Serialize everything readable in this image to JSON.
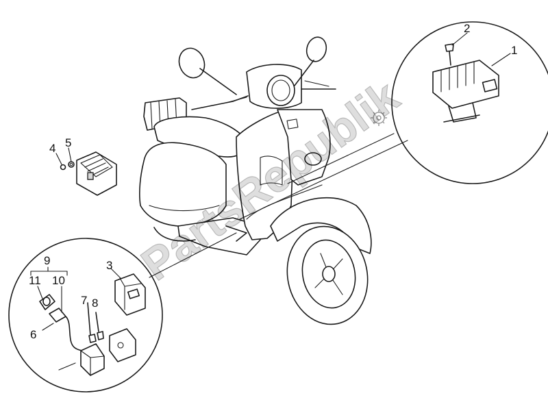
{
  "watermark": {
    "text": "PartsRepublik"
  },
  "callouts": {
    "c1": "1",
    "c2": "2",
    "c3": "3",
    "c4": "4",
    "c5": "5",
    "c6": "6",
    "c7": "7",
    "c8": "8",
    "c9": "9",
    "c10": "10",
    "c11": "11"
  },
  "colors": {
    "line": "#1a1a1a",
    "background": "#ffffff",
    "watermark": "#b3b3b3"
  }
}
